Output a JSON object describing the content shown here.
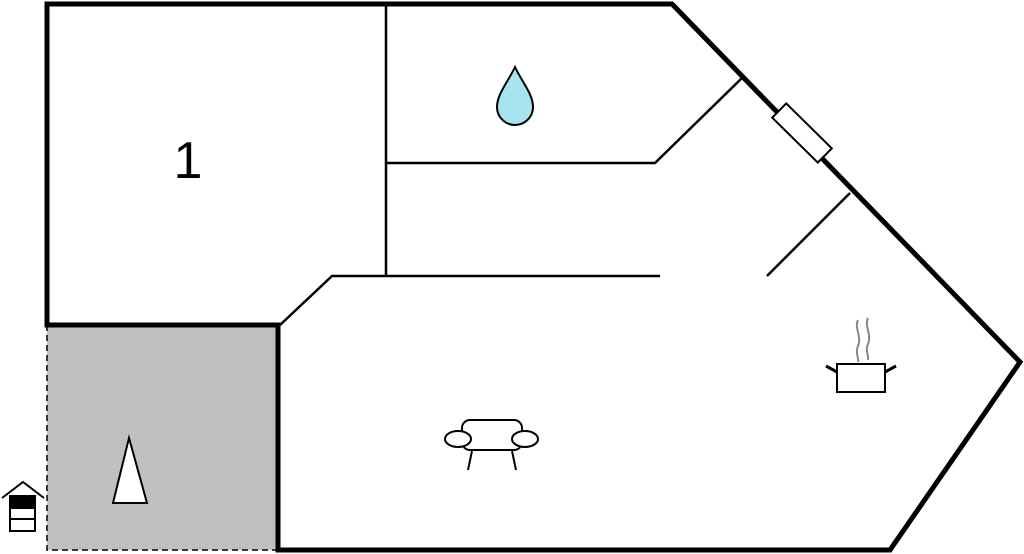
{
  "floorplan": {
    "rooms": [
      {
        "id": "bedroom",
        "label": "1",
        "icon": ""
      },
      {
        "id": "bathroom",
        "label": "",
        "icon": "water-drop-icon"
      },
      {
        "id": "hallway",
        "label": "",
        "icon": ""
      },
      {
        "id": "living-room",
        "label": "",
        "icon": "sofa-icon"
      },
      {
        "id": "kitchen",
        "label": "",
        "icon": "cooking-pot-icon"
      },
      {
        "id": "terrace",
        "label": "",
        "icon": "parasol-icon"
      }
    ],
    "entrance_icon": "house-entrance-icon",
    "colors": {
      "wall": "#000000",
      "terrace_fill": "#c0c0c0",
      "water_drop": "#a8e4f0",
      "steam": "#888888"
    }
  }
}
